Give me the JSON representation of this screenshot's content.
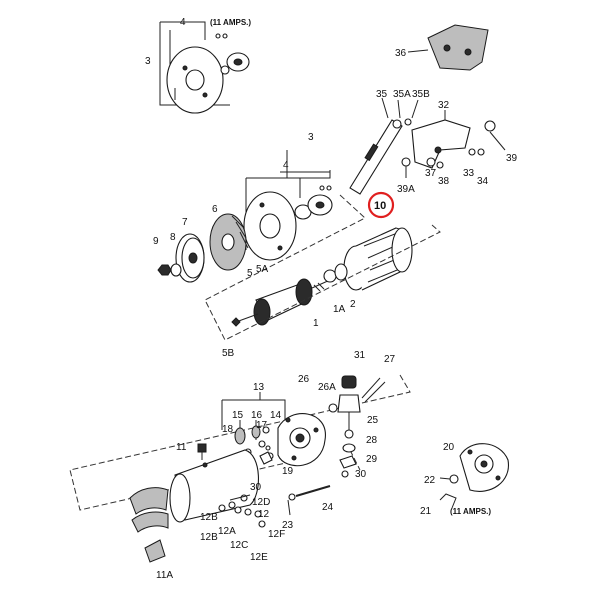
{
  "diagram": {
    "highlight_color": "#e01f1f",
    "highlight_label": "10",
    "labels": {
      "l4top": "4",
      "amp1": "(11 AMPS.)",
      "l3top": "3",
      "l36": "36",
      "l35": "35",
      "l35a": "35A",
      "l35b": "35B",
      "l32": "32",
      "l39": "39",
      "l39a": "39A",
      "l37": "37",
      "l38": "38",
      "l33": "33",
      "l34": "34",
      "l3mid": "3",
      "l4mid": "4",
      "l6": "6",
      "l7": "7",
      "l9": "9",
      "l8": "8",
      "l5": "5",
      "l5a": "5A",
      "l2": "2",
      "l1a": "1A",
      "l1": "1",
      "l5b": "5B",
      "l31": "31",
      "l27": "27",
      "l26": "26",
      "l26a": "26A",
      "l13": "13",
      "l15": "15",
      "l16": "16",
      "l14": "14",
      "l18": "18",
      "l17": "17",
      "l11": "11",
      "l25": "25",
      "l28": "28",
      "l29": "29",
      "l19": "19",
      "l30": "30",
      "l20": "20",
      "l22": "22",
      "l21": "21",
      "amp2": "(11 AMPS.)",
      "l12b": "12B",
      "l12a": "12A",
      "l12d": "12D",
      "l12": "12",
      "l12f": "12F",
      "l12c": "12C",
      "l12e": "12E",
      "l23": "23",
      "l24": "24",
      "l11a": "11A"
    }
  }
}
